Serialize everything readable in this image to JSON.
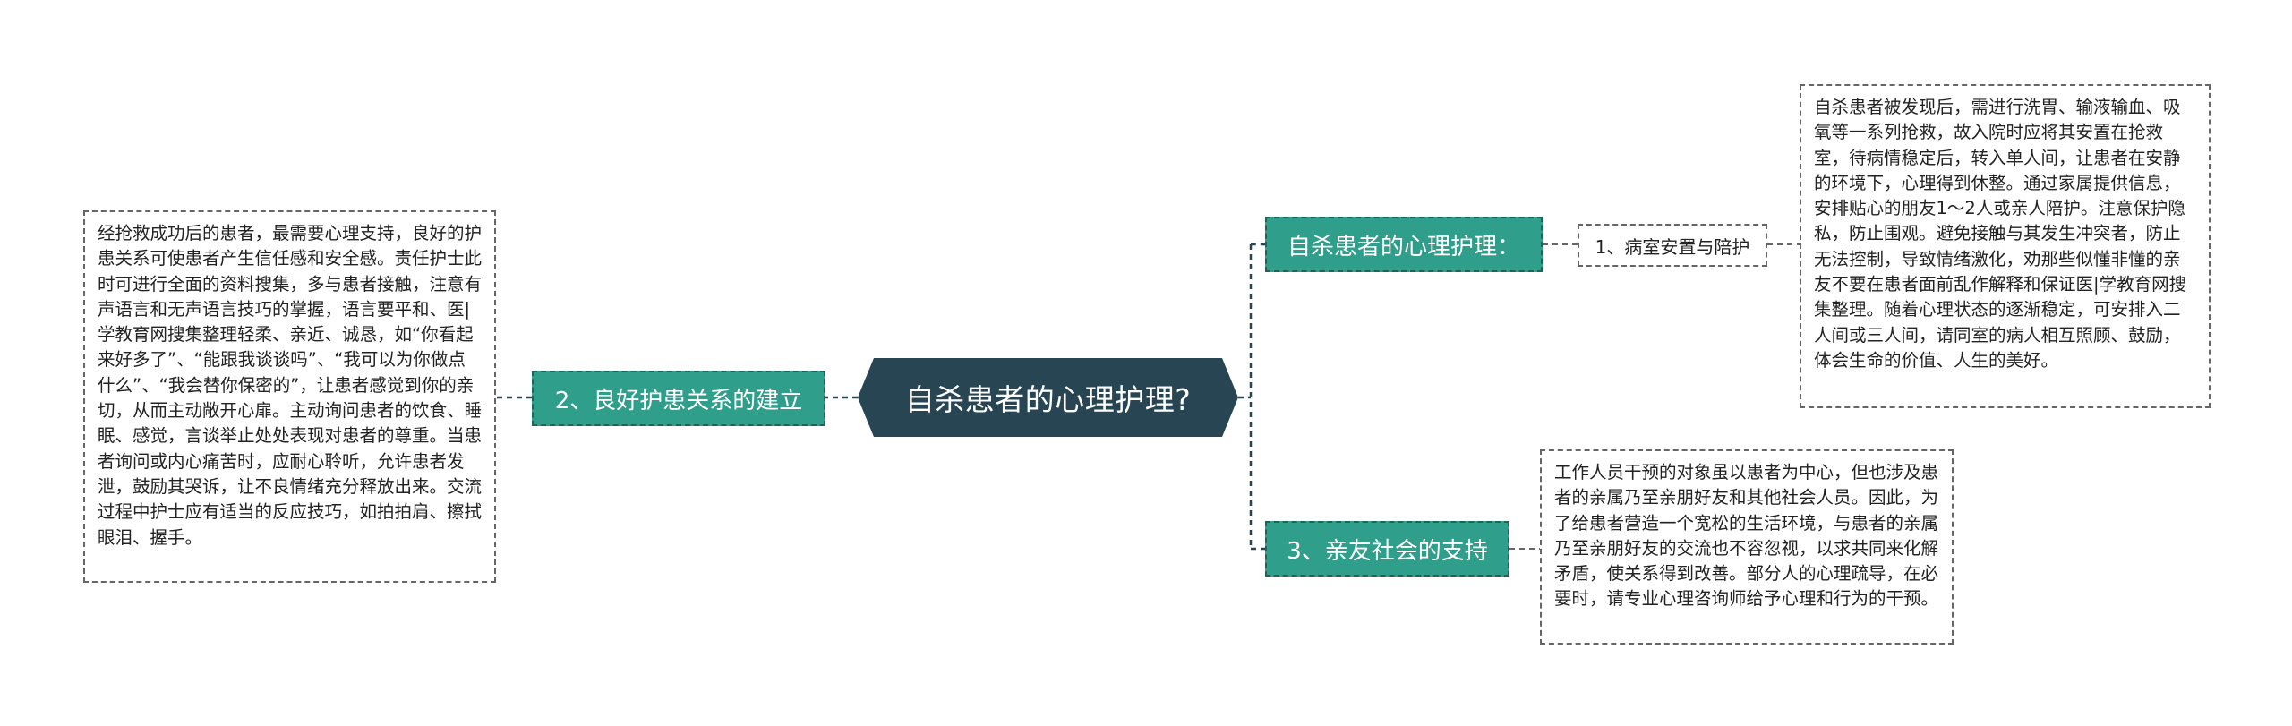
{
  "diagram": {
    "central_topic": "自杀患者的心理护理?",
    "branches": [
      {
        "label": "2、良好护患关系的建立",
        "detail": "经抢救成功后的患者，最需要心理支持，良好的护患关系可使患者产生信任感和安全感。责任护士此时可进行全面的资料搜集，多与患者接触，注意有声语言和无声语言技巧的掌握，语言要平和、医|学教育网搜集整理轻柔、亲近、诚恳，如“你看起来好多了”、“能跟我谈谈吗”、“我可以为你做点什么”、“我会替你保密的”，让患者感觉到你的亲切，从而主动敞开心扉。主动询问患者的饮食、睡眠、感觉，言谈举止处处表现对患者的尊重。当患者询问或内心痛苦时，应耐心聆听，允许患者发泄，鼓励其哭诉，让不良情绪充分释放出来。交流过程中护士应有适当的反应技巧，如拍拍肩、擦拭眼泪、握手。"
      },
      {
        "label": "自杀患者的心理护理：",
        "sub_label": "1、病室安置与陪护",
        "detail": "自杀患者被发现后，需进行洗胃、输液输血、吸氧等一系列抢救，故入院时应将其安置在抢救室，待病情稳定后，转入单人间，让患者在安静的环境下，心理得到休整。通过家属提供信息，安排贴心的朋友1～2人或亲人陪护。注意保护隐私，防止围观。避免接触与其发生冲突者，防止无法控制，导致情绪激化，劝那些似懂非懂的亲友不要在患者面前乱作解释和保证医|学教育网搜集整理。随着心理状态的逐渐稳定，可安排入二人间或三人间，请同室的病人相互照顾、鼓励，体会生命的价值、人生的美好。"
      },
      {
        "label": "3、亲友社会的支持",
        "detail": "工作人员干预的对象虽以患者为中心，但也涉及患者的亲属乃至亲朋好友和其他社会人员。因此，为了给患者营造一个宽松的生活环境，与患者的亲属乃至亲朋好友的交流也不容忽视，以求共同来化解矛盾，使关系得到改善。部分人的心理疏导，在必要时，请专业心理咨询师给予心理和行为的干预。"
      }
    ]
  },
  "colors": {
    "central_bg": "#274552",
    "branch_bg": "#2f9e8a",
    "branch_border": "#1d6657",
    "connector": "#274552",
    "leaf_border": "#666666"
  }
}
